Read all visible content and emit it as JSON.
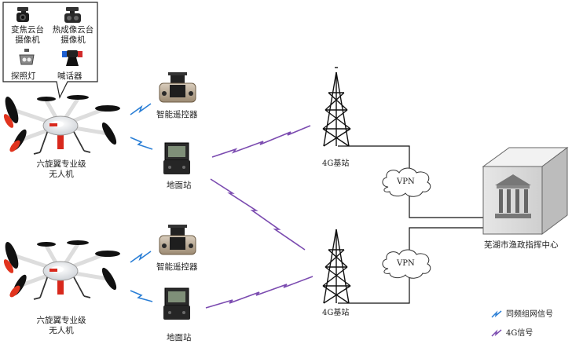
{
  "payload": {
    "zoom_camera_line1": "变焦云台",
    "zoom_camera_line2": "摄像机",
    "thermal_camera_line1": "热成像云台",
    "thermal_camera_line2": "摄像机",
    "searchlight": "探照灯",
    "loudspeaker": "喊话器"
  },
  "drones": [
    {
      "line1": "六旋翼专业级",
      "line2": "无人机"
    },
    {
      "line1": "六旋翼专业级",
      "line2": "无人机"
    }
  ],
  "devices": {
    "remote_controller": "智能遥控器",
    "ground_station": "地面站"
  },
  "network": {
    "tower_label": "4G基站",
    "vpn_label": "VPN",
    "command_center": "芜湖市渔政指挥中心"
  },
  "legend": {
    "same_frequency": "同频组网信号",
    "signal_4g": "4G信号"
  },
  "colors": {
    "same_frequency_signal": "#2b7fd6",
    "signal_4g": "#7b4bb0",
    "drone_accent": "#d8281c"
  }
}
